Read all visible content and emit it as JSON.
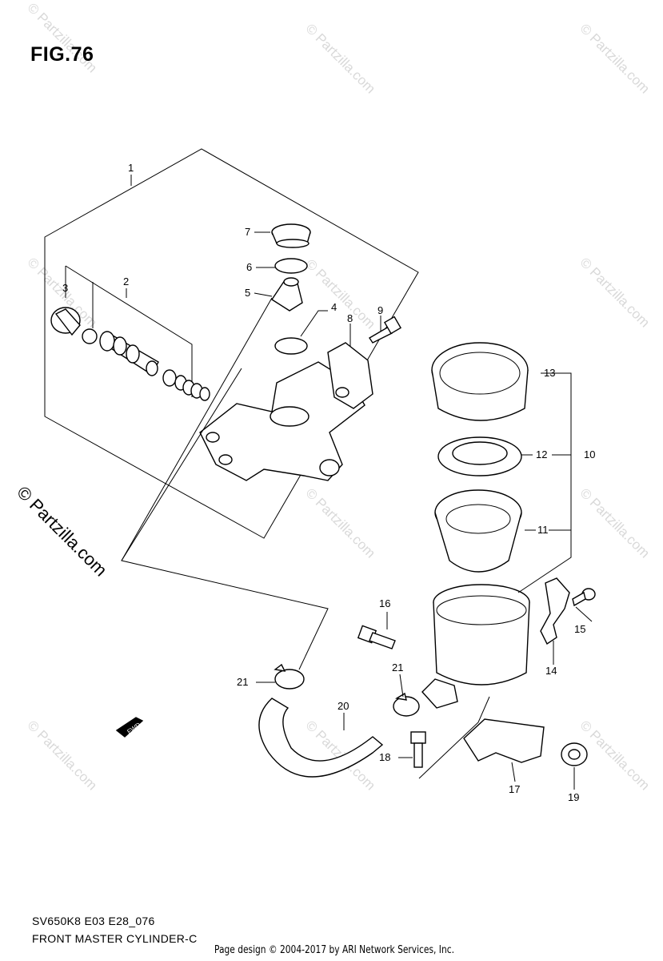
{
  "figure": {
    "title": "FIG.76"
  },
  "footer": {
    "model_code": "SV650K8 E03 E28_076",
    "diagram_name": "FRONT MASTER CYLINDER-C",
    "copyright": "Page design © 2004-2017 by ARI Network Services, Inc."
  },
  "watermark": {
    "text": "© Partzilla.com"
  },
  "callouts": [
    "1",
    "2",
    "3",
    "4",
    "5",
    "6",
    "7",
    "8",
    "9",
    "10",
    "11",
    "12",
    "13",
    "14",
    "15",
    "16",
    "17",
    "18",
    "19",
    "20",
    "21",
    "21"
  ],
  "fwd_label": "FWD",
  "colors": {
    "ink": "#000000",
    "watermark": "#d9d9d9",
    "background": "#ffffff"
  }
}
